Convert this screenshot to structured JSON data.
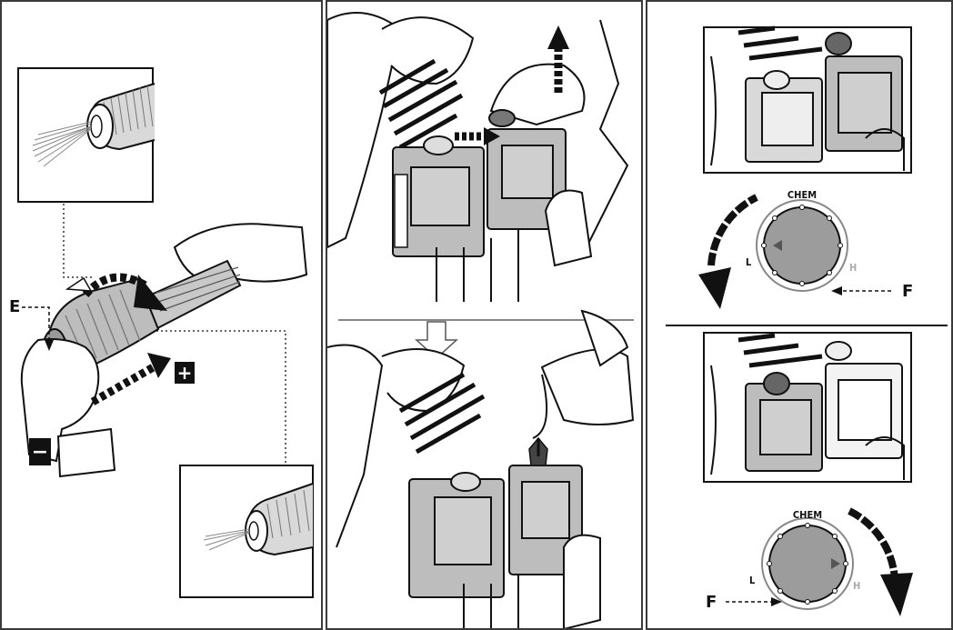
{
  "colors": {
    "line": "#1a1a1a",
    "shade": "#b3b3b3",
    "dark_shade": "#6d6d6d",
    "bg": "#ffffff"
  },
  "panel_left": {
    "callout_e": "E",
    "sign_plus": "+",
    "sign_minus": "−"
  },
  "panel_right": {
    "dial_top": {
      "top_label": "CHEM",
      "left_label": "L",
      "right_label": "H",
      "callout": "F"
    },
    "dial_bottom": {
      "top_label": "CHEM",
      "left_label": "L",
      "right_label": "H",
      "callout": "F"
    }
  }
}
